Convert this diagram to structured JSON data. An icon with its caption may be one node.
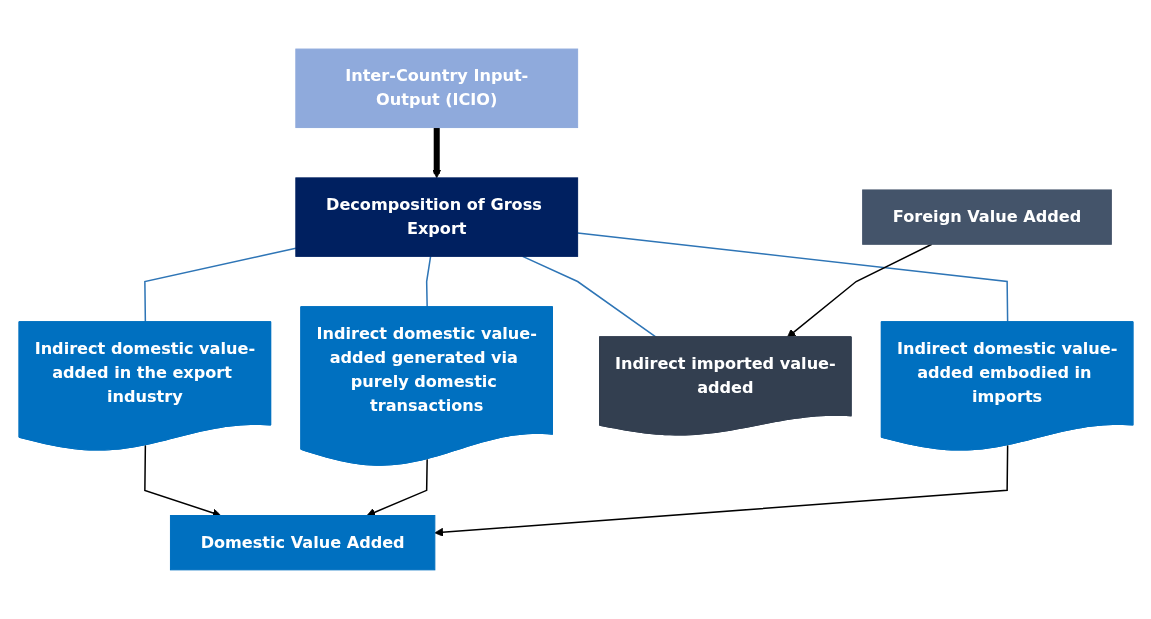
{
  "diagram": {
    "nodes": [
      {
        "text": [
          "Inter-Country Input-Output (ICIO)"
        ]
      },
      {
        "text": [
          "Decomposition of Gross Export"
        ]
      },
      {
        "text": [
          "Foreign Value Added"
        ]
      },
      {
        "text": [
          "Indirect domestic value-added in the export industry"
        ]
      },
      {
        "text": [
          "Indirect domestic value-added generated via purely domestic transactions"
        ]
      },
      {
        "text": [
          "Indirect imported value-added"
        ]
      },
      {
        "text": [
          "Indirect domestic value-added embodied in imports"
        ]
      },
      {
        "text": [
          "Domestic Value Added"
        ]
      }
    ],
    "edges": [
      {
        "from": 0,
        "to": 1,
        "arrow": "to",
        "style": "thick"
      },
      {
        "from": 1,
        "to": 3,
        "arrow": "none",
        "color": "#2e75b6"
      },
      {
        "from": 1,
        "to": 4,
        "arrow": "none",
        "color": "#2e75b6"
      },
      {
        "from": 1,
        "to": 5,
        "arrow": "none",
        "color": "#2e75b6"
      },
      {
        "from": 1,
        "to": 6,
        "arrow": "none",
        "color": "#2e75b6"
      },
      {
        "from": 2,
        "to": 5,
        "arrow": "to"
      },
      {
        "from": 3,
        "to": 7,
        "arrow": "to"
      },
      {
        "from": 4,
        "to": 7,
        "arrow": "to"
      },
      {
        "from": 6,
        "to": 7,
        "arrow": "to"
      }
    ]
  }
}
